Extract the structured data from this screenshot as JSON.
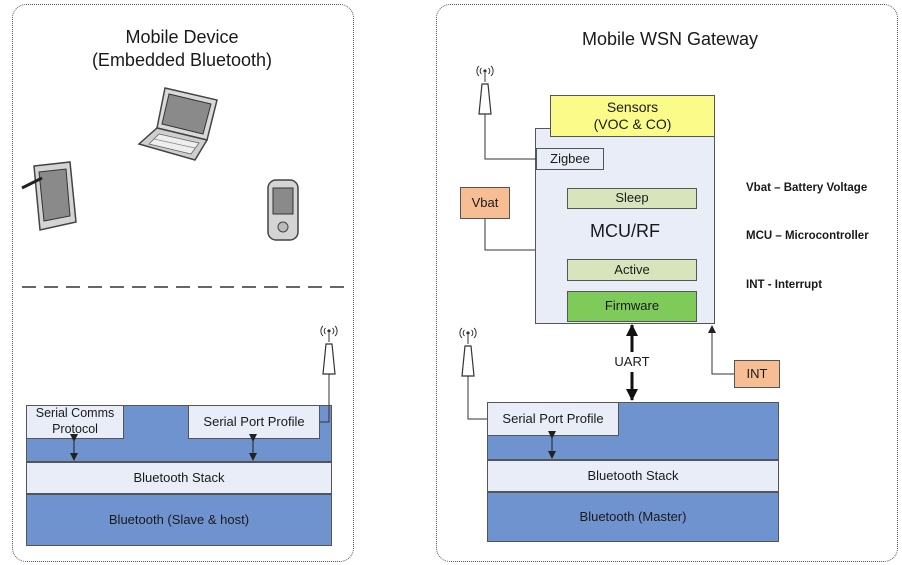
{
  "left_panel": {
    "title_line1": "Mobile Device",
    "title_line2": "(Embedded Bluetooth)",
    "serial_comms": "Serial Comms\nProtocol",
    "serial_port_profile": "Serial Port Profile",
    "bluetooth_stack": "Bluetooth Stack",
    "bluetooth": "Bluetooth (Slave & host)"
  },
  "right_panel": {
    "title": "Mobile WSN Gateway",
    "sensors": "Sensors\n(VOC & CO)",
    "zigbee": "Zigbee",
    "sleep": "Sleep",
    "mcu_rf": "MCU/RF",
    "active": "Active",
    "firmware": "Firmware",
    "vbat": "Vbat",
    "uart": "UART",
    "int": "INT",
    "serial_port_profile": "Serial Port Profile",
    "bluetooth_stack": "Bluetooth Stack",
    "bluetooth": "Bluetooth (Master)"
  },
  "legend": {
    "line1": "Vbat – Battery Voltage",
    "line2": "MCU – Microcontroller",
    "line3": "INT - Interrupt"
  },
  "colors": {
    "bluetooth_blue": "#6f93cf",
    "light_box": "#e8edf7",
    "sensors_yellow": "#fbfb8a",
    "mode_green": "#d8e4bc",
    "firmware_green": "#7ecb5a",
    "orange": "#f7be93"
  }
}
